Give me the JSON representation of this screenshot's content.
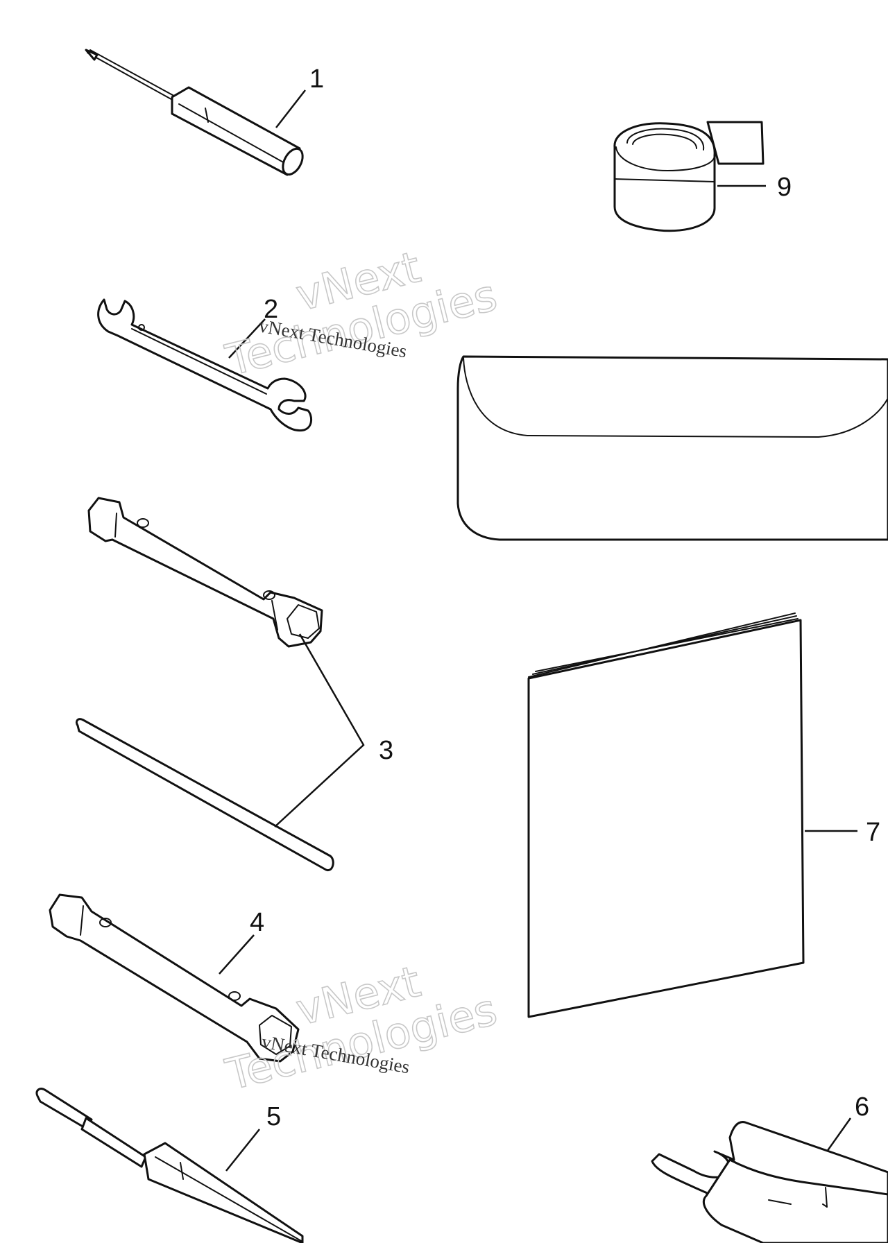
{
  "callouts": {
    "c1": "1",
    "c2": "2",
    "c3": "3",
    "c4": "4",
    "c5": "5",
    "c6": "6",
    "c7": "7",
    "c9": "9"
  },
  "watermarks": {
    "big_line1": "vNext",
    "big_line2": "Technologies",
    "small": "vNext Technologies"
  },
  "parts": {
    "p1": "screwdriver-icon",
    "p2": "open-end-wrench-icon",
    "p3": "box-wrench-icon",
    "p3b": "tommy-bar-icon",
    "p4": "box-wrench-icon",
    "p5": "screwdriver-icon",
    "p6": "spanner-icon",
    "p7": "manual-booklet-icon",
    "p8": "tool-bag-icon",
    "p9": "strap-roll-icon"
  }
}
